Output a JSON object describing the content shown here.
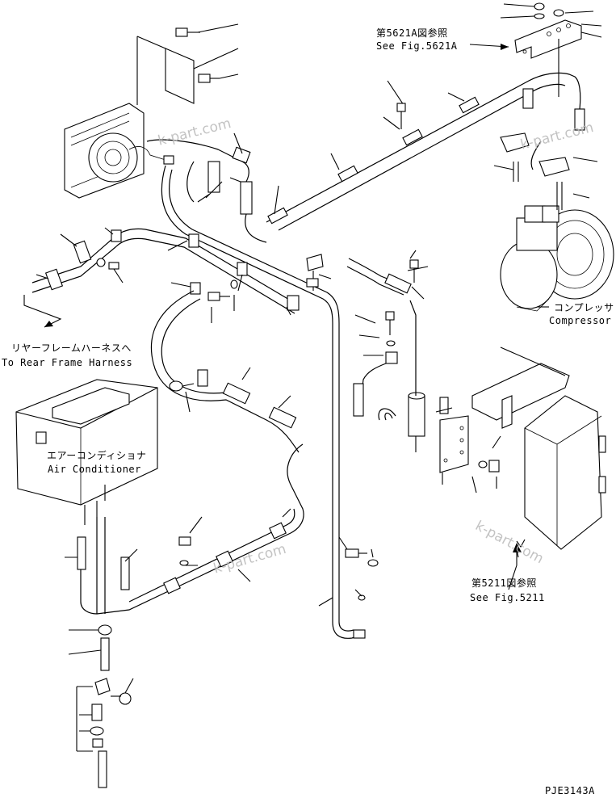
{
  "labels": {
    "ref_5621a_jp": "第5621A図参照",
    "ref_5621a_en": "See Fig.5621A",
    "compressor_jp": "コンプレッサ",
    "compressor_en": "Compressor",
    "harness_jp": "リヤーフレームハーネスへ",
    "harness_en": "To Rear Frame Harness",
    "aircon_jp": "エアーコンディショナ",
    "aircon_en": "Air Conditioner",
    "ref_5211_jp": "第5211図参照",
    "ref_5211_en": "See Fig.5211",
    "drawing_code": "PJE3143A"
  },
  "watermarks": [
    "k-part.com",
    "k-part.com",
    "k-part.com",
    "k-part.com"
  ]
}
